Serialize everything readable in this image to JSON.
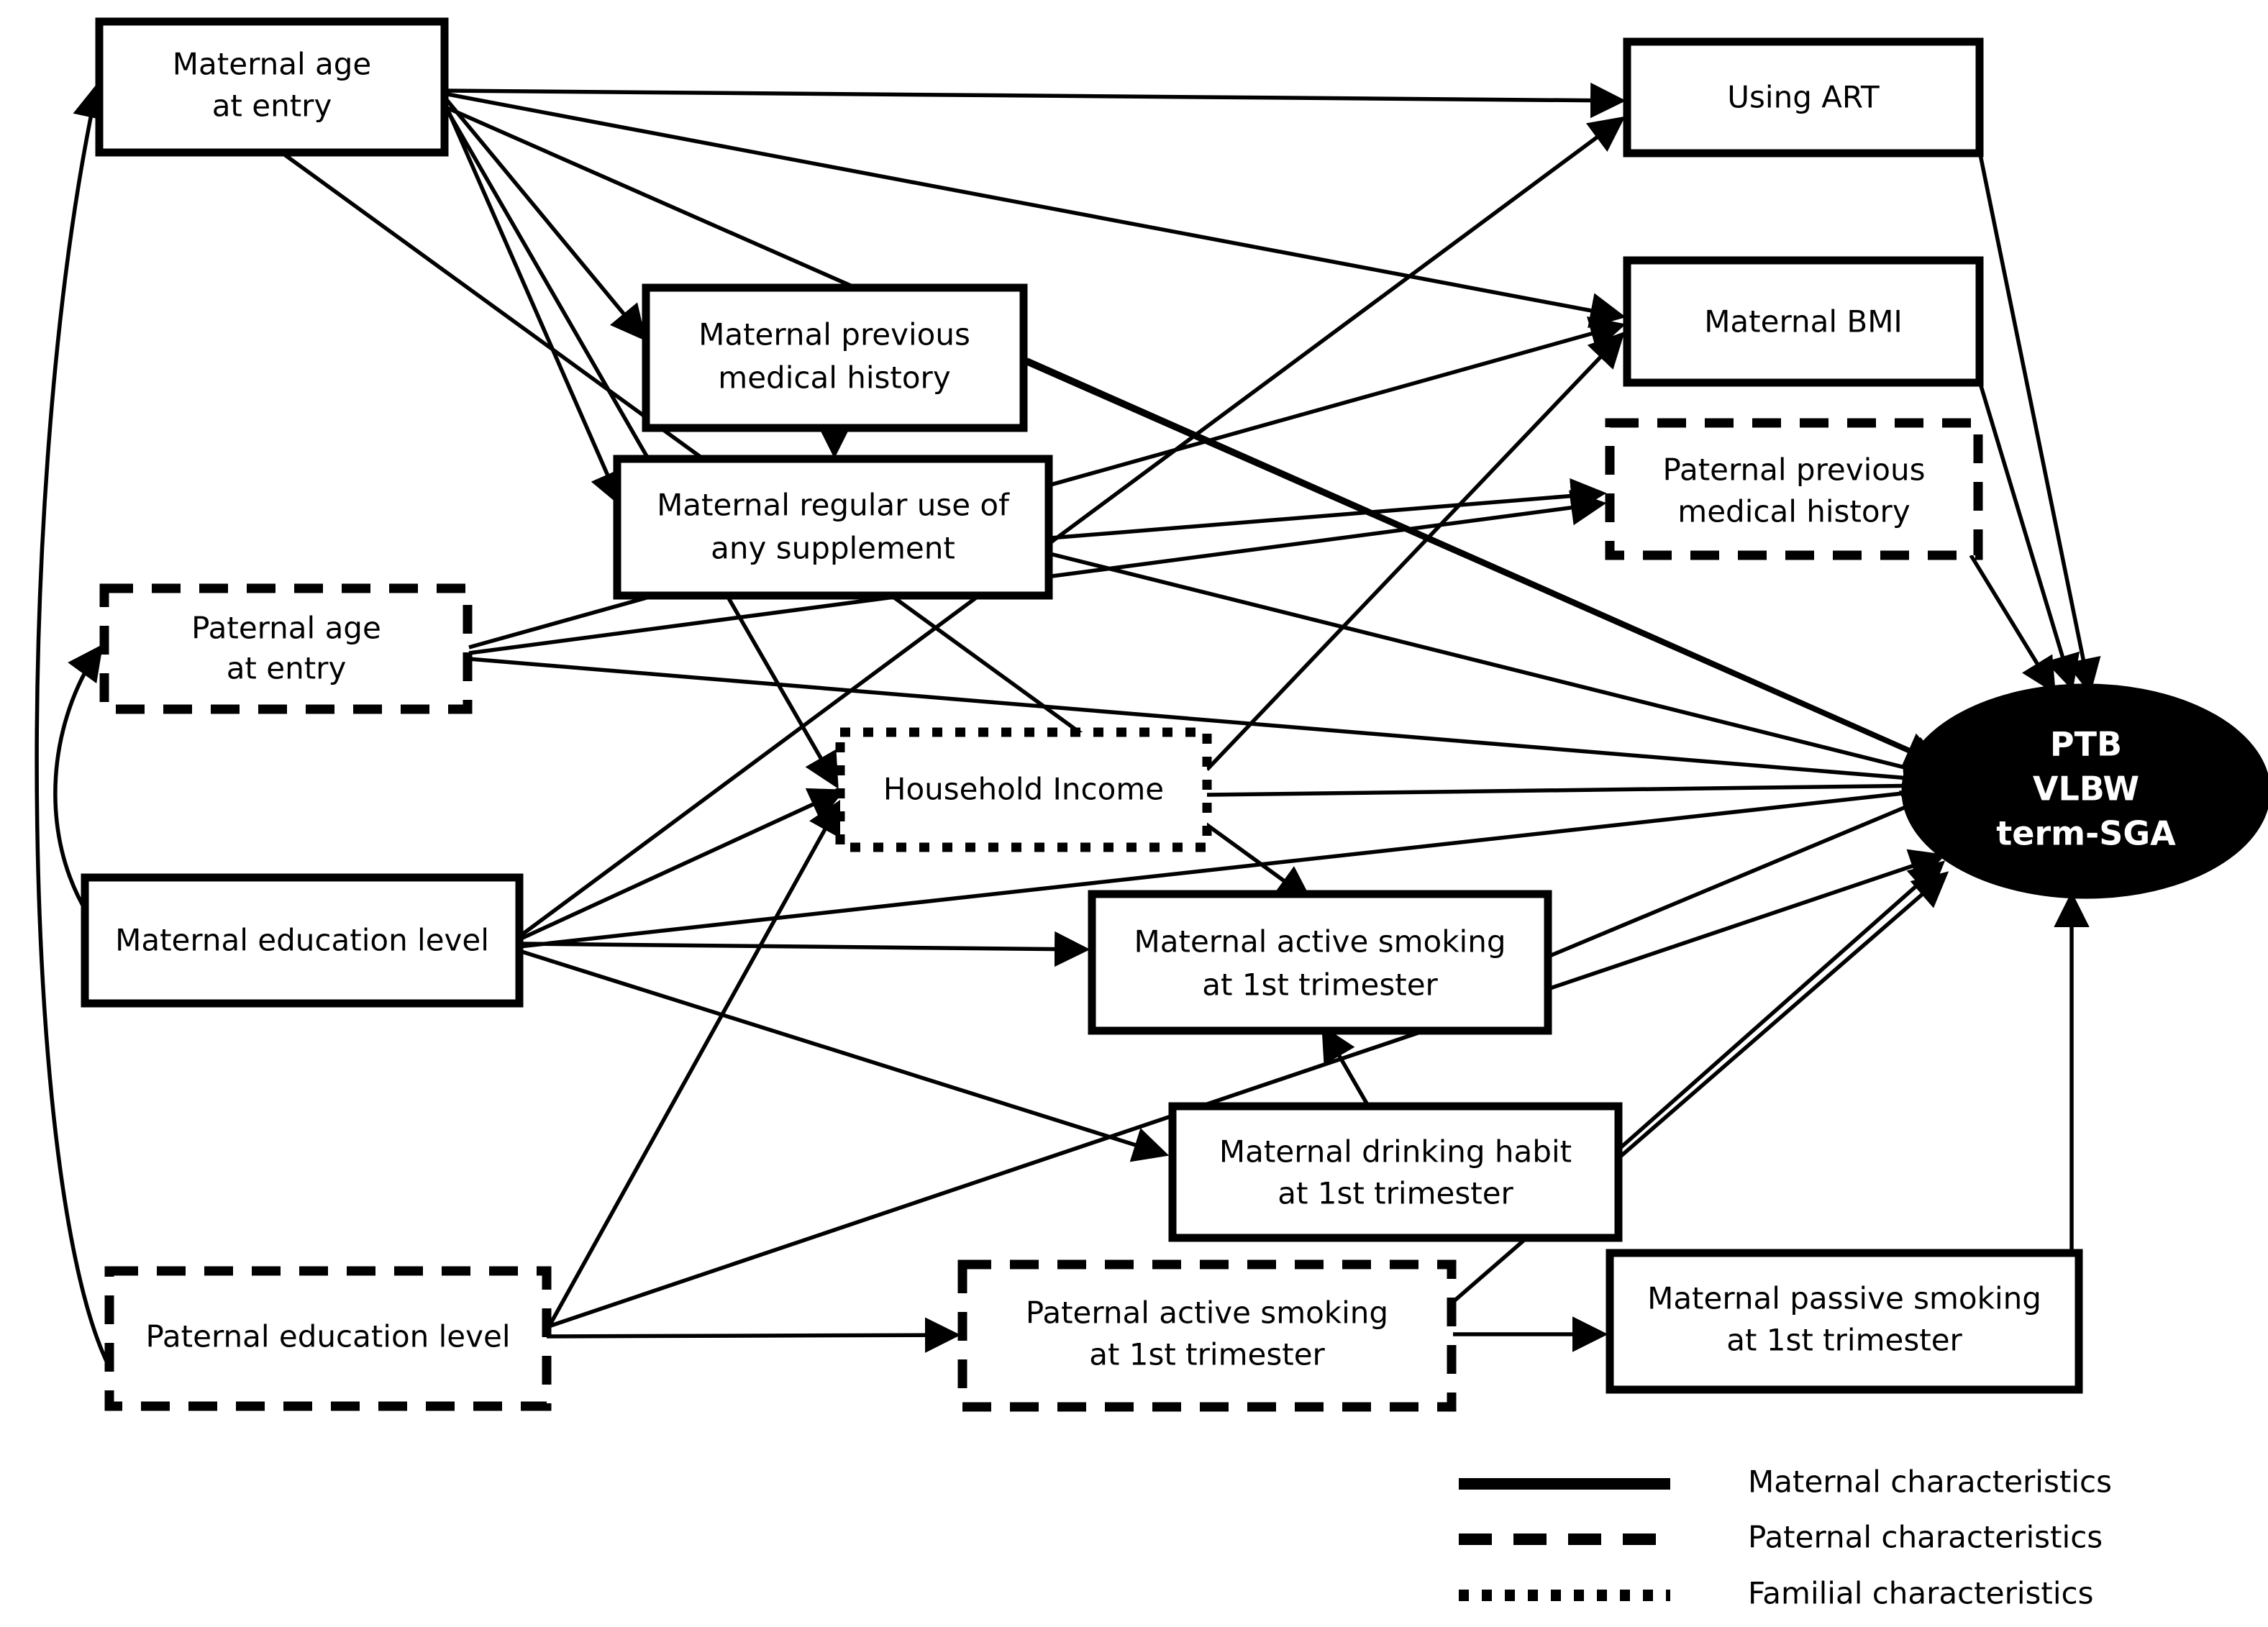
{
  "diagram": {
    "type": "dag",
    "title": "",
    "background": "#ffffff",
    "line_color": "#000000",
    "outcome_fill": "#000000",
    "outcome_text_color": "#ffffff",
    "nodes": [
      {
        "id": "maternal_age",
        "label_line1": "Maternal age",
        "label_line2": "at entry",
        "style": "solid",
        "group": "maternal"
      },
      {
        "id": "maternal_prev_hist",
        "label_line1": "Maternal previous",
        "label_line2": "medical history",
        "style": "solid",
        "group": "maternal"
      },
      {
        "id": "maternal_supplement",
        "label_line1": "Maternal regular use of",
        "label_line2": "any supplement",
        "style": "solid",
        "group": "maternal"
      },
      {
        "id": "paternal_age",
        "label_line1": "Paternal age",
        "label_line2": "at entry",
        "style": "dashed",
        "group": "paternal"
      },
      {
        "id": "maternal_education",
        "label_line1": "Maternal education level",
        "label_line2": "",
        "style": "solid",
        "group": "maternal"
      },
      {
        "id": "paternal_education",
        "label_line1": "Paternal education level",
        "label_line2": "",
        "style": "dashed",
        "group": "paternal"
      },
      {
        "id": "household_income",
        "label_line1": "Household Income",
        "label_line2": "",
        "style": "dotted",
        "group": "familial"
      },
      {
        "id": "maternal_smoking",
        "label_line1": "Maternal active smoking",
        "label_line2": "at 1st trimester",
        "style": "solid",
        "group": "maternal"
      },
      {
        "id": "maternal_drinking",
        "label_line1": "Maternal drinking habit",
        "label_line2": "at 1st trimester",
        "style": "solid",
        "group": "maternal"
      },
      {
        "id": "paternal_smoking",
        "label_line1": "Paternal active smoking",
        "label_line2": "at 1st trimester",
        "style": "dashed",
        "group": "paternal"
      },
      {
        "id": "maternal_passive",
        "label_line1": "Maternal passive smoking",
        "label_line2": "at 1st trimester",
        "style": "solid",
        "group": "maternal"
      },
      {
        "id": "using_art",
        "label_line1": "Using ART",
        "label_line2": "",
        "style": "solid",
        "group": "maternal"
      },
      {
        "id": "maternal_bmi",
        "label_line1": "Maternal BMI",
        "label_line2": "",
        "style": "solid",
        "group": "maternal"
      },
      {
        "id": "paternal_prev_hist",
        "label_line1": "Paternal previous",
        "label_line2": "medical history",
        "style": "dashed",
        "group": "paternal"
      }
    ],
    "outcome": {
      "id": "outcome",
      "line1": "PTB",
      "line2": "VLBW",
      "line3": "term-SGA"
    },
    "edges": [
      "maternal_age -> using_art",
      "maternal_age -> maternal_bmi",
      "maternal_age -> maternal_prev_hist",
      "maternal_age -> maternal_supplement",
      "maternal_age -> household_income",
      "maternal_age -> maternal_smoking",
      "maternal_age -> outcome",
      "maternal_prev_hist -> maternal_supplement",
      "maternal_prev_hist -> outcome",
      "maternal_supplement -> paternal_prev_hist",
      "maternal_supplement -> outcome",
      "paternal_age -> maternal_age",
      "paternal_age -> maternal_bmi",
      "paternal_age -> paternal_prev_hist",
      "paternal_age -> outcome",
      "maternal_education -> paternal_age",
      "maternal_education -> household_income",
      "maternal_education -> maternal_smoking",
      "maternal_education -> maternal_drinking",
      "maternal_education -> using_art",
      "maternal_education -> outcome",
      "paternal_education -> maternal_age",
      "paternal_education -> household_income",
      "paternal_education -> paternal_smoking",
      "paternal_education -> outcome",
      "household_income -> outcome",
      "household_income -> maternal_bmi",
      "maternal_smoking -> outcome",
      "maternal_drinking -> maternal_smoking",
      "maternal_drinking -> outcome",
      "paternal_smoking -> maternal_passive",
      "paternal_smoking -> outcome",
      "maternal_passive -> outcome",
      "using_art -> outcome",
      "maternal_bmi -> outcome",
      "paternal_prev_hist -> outcome"
    ]
  },
  "legend": {
    "items": [
      {
        "style": "solid",
        "label": "Maternal characteristics"
      },
      {
        "style": "dashed",
        "label": "Paternal characteristics"
      },
      {
        "style": "dotted",
        "label": "Familial characteristics"
      }
    ]
  }
}
